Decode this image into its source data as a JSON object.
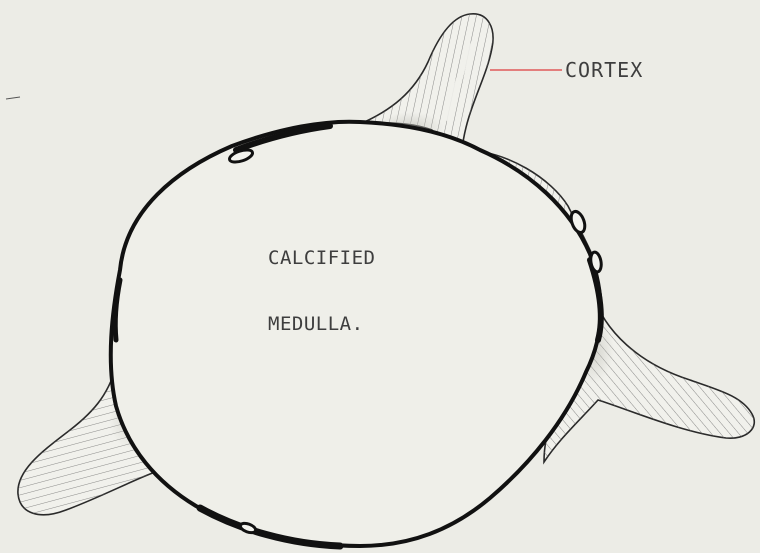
{
  "labels": {
    "cortex": "CORTEX",
    "calcified": "CALCIFIED",
    "medulla": "MEDULLA."
  },
  "colors": {
    "paper": "#ecece6",
    "outline": "#111111",
    "hatch": "#666666",
    "leader_line": "#e05a5a",
    "text": "#3e3e3e"
  }
}
